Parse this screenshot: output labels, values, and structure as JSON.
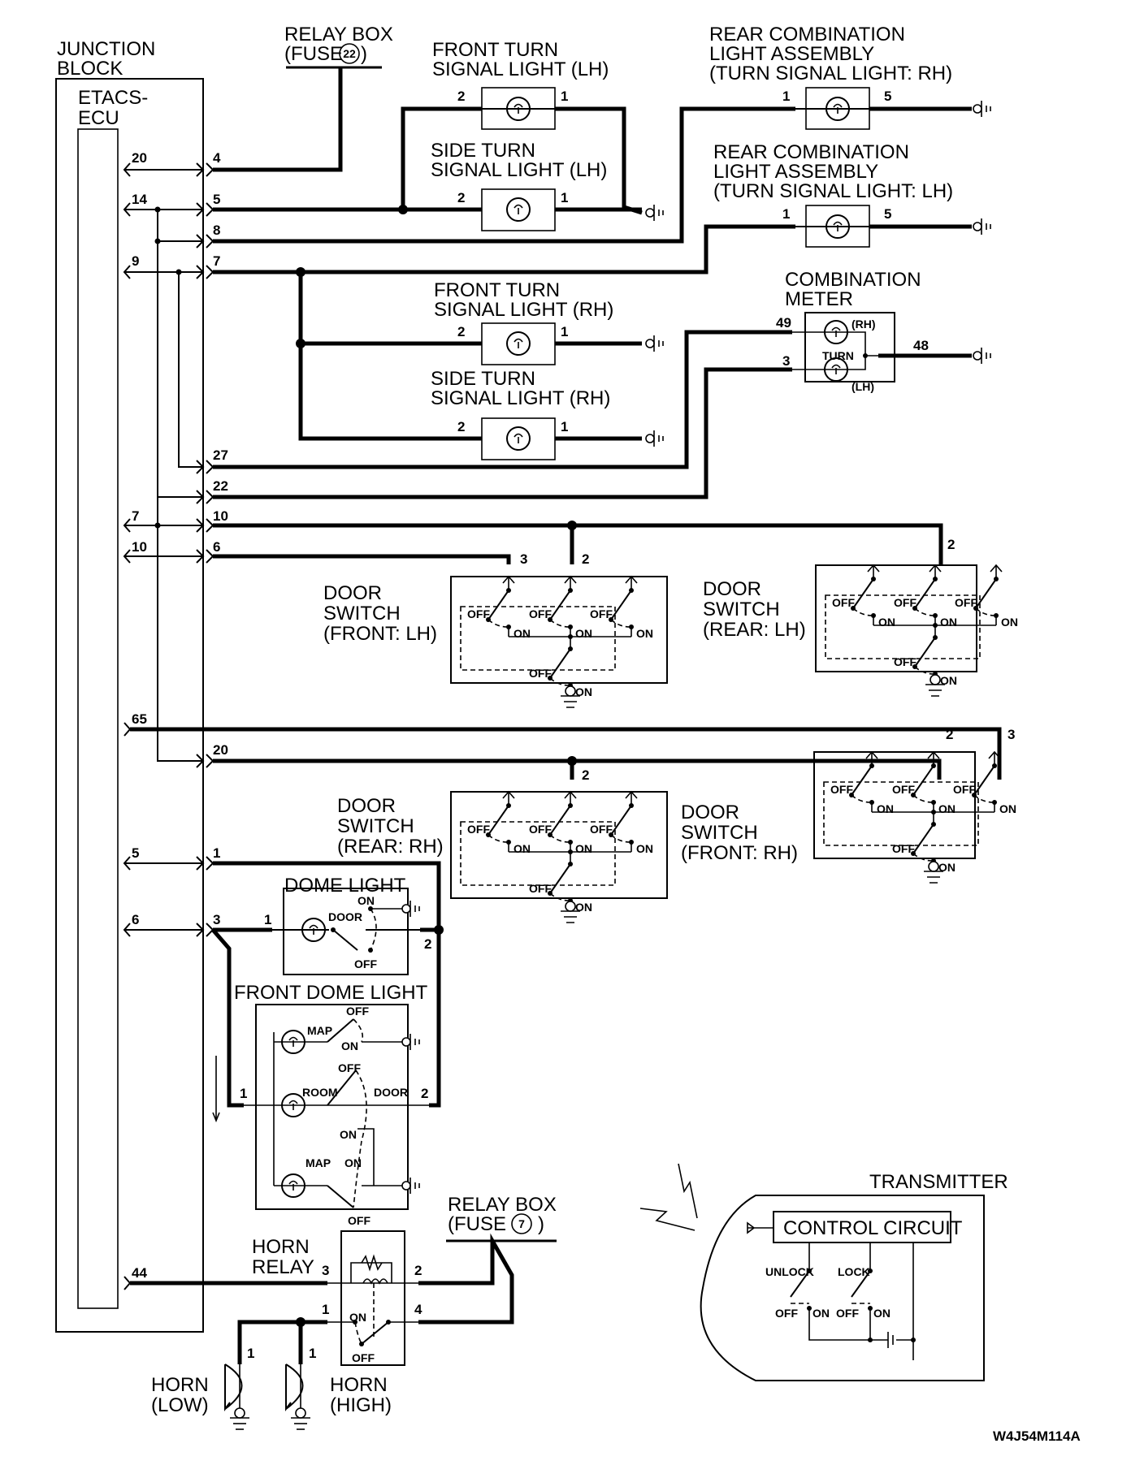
{
  "diagram": {
    "code": "W4J54M114A",
    "junction_block": {
      "title_line1": "JUNCTION",
      "title_line2": "BLOCK",
      "ecu_line1": "ETACS-",
      "ecu_line2": "ECU",
      "ecu_pins": [
        "20",
        "14",
        "9",
        "7",
        "10",
        "65",
        "5",
        "6",
        "44"
      ],
      "connector_pins": [
        "4",
        "5",
        "8",
        "7",
        "27",
        "22",
        "10",
        "6",
        "20",
        "1",
        "3"
      ]
    },
    "relay_box_22": {
      "line1": "RELAY BOX",
      "line2_prefix": "(FUSE",
      "fuse": "22",
      "line2_suffix": ")"
    },
    "relay_box_7": {
      "line1": "RELAY BOX",
      "line2_prefix": "(FUSE",
      "fuse": "7",
      "line2_suffix": ")"
    },
    "front_turn_lh": {
      "line1": "FRONT TURN",
      "line2": "SIGNAL LIGHT (LH)",
      "pin_in": "2",
      "pin_out": "1"
    },
    "side_turn_lh": {
      "line1": "SIDE TURN",
      "line2": "SIGNAL LIGHT (LH)",
      "pin_in": "2",
      "pin_out": "1"
    },
    "front_turn_rh": {
      "line1": "FRONT TURN",
      "line2": "SIGNAL LIGHT (RH)",
      "pin_in": "2",
      "pin_out": "1"
    },
    "side_turn_rh": {
      "line1": "SIDE TURN",
      "line2": "SIGNAL LIGHT (RH)",
      "pin_in": "2",
      "pin_out": "1"
    },
    "rear_combo_rh": {
      "line1": "REAR COMBINATION",
      "line2": "LIGHT ASSEMBLY",
      "line3": "(TURN SIGNAL LIGHT: RH)",
      "pin_in": "1",
      "pin_out": "5"
    },
    "rear_combo_lh": {
      "line1": "REAR COMBINATION",
      "line2": "LIGHT ASSEMBLY",
      "line3": "(TURN SIGNAL LIGHT: LH)",
      "pin_in": "1",
      "pin_out": "5"
    },
    "combination_meter": {
      "line1": "COMBINATION",
      "line2": "METER",
      "pin_rh": "49",
      "pin_lh": "3",
      "pin_out": "48",
      "rh": "(RH)",
      "lh": "(LH)",
      "turn": "TURN"
    },
    "door_switches": [
      {
        "line1": "DOOR",
        "line2": "SWITCH",
        "line3": "(FRONT: LH)",
        "pins": [
          "3",
          "2"
        ]
      },
      {
        "line1": "DOOR",
        "line2": "SWITCH",
        "line3": "(REAR: LH)",
        "pins": [
          "2"
        ]
      },
      {
        "line1": "DOOR",
        "line2": "SWITCH",
        "line3": "(REAR: RH)",
        "pins": [
          "2"
        ]
      },
      {
        "line1": "DOOR",
        "line2": "SWITCH",
        "line3": "(FRONT: RH)",
        "pins": [
          "2",
          "3"
        ]
      }
    ],
    "switch_labels": {
      "off": "OFF",
      "on": "ON"
    },
    "dome_light": {
      "title": "DOME LIGHT",
      "pin_in": "1",
      "pin_out": "2",
      "on": "ON",
      "off": "OFF",
      "door": "DOOR"
    },
    "front_dome_light": {
      "title": "FRONT DOME LIGHT",
      "pin_in": "1",
      "pin_out": "2",
      "map": "MAP",
      "room": "ROOM",
      "door": "DOOR",
      "on": "ON",
      "off": "OFF"
    },
    "horn_relay": {
      "line1": "HORN",
      "line2": "RELAY",
      "pins": [
        "3",
        "2",
        "1",
        "4"
      ],
      "on": "ON",
      "off": "OFF"
    },
    "horn_low": {
      "line1": "HORN",
      "line2": "(LOW)",
      "pin": "1"
    },
    "horn_high": {
      "line1": "HORN",
      "line2": "(HIGH)",
      "pin": "1"
    },
    "transmitter": {
      "title": "TRANSMITTER",
      "control": "CONTROL CIRCUIT",
      "unlock": "UNLOCK",
      "lock": "LOCK",
      "off": "OFF",
      "on": "ON"
    }
  }
}
